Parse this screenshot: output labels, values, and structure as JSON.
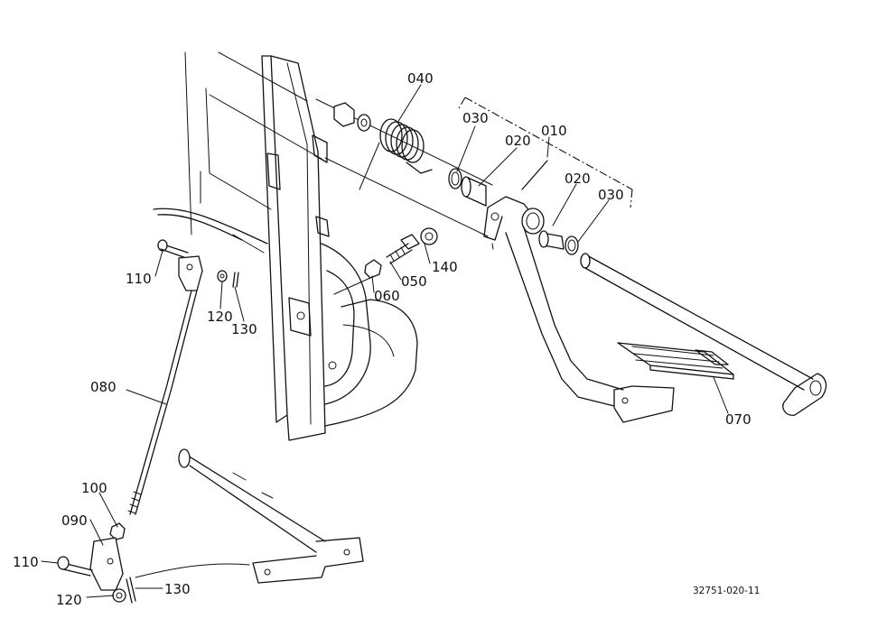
{
  "labels": {
    "p010": "010",
    "p020a": "020",
    "p020b": "020",
    "p030a": "030",
    "p030b": "030",
    "p040": "040",
    "p050": "050",
    "p060": "060",
    "p070": "070",
    "p080": "080",
    "p090": "090",
    "p100": "100",
    "p110a": "110",
    "p110b": "110",
    "p120a": "120",
    "p120b": "120",
    "p130a": "130",
    "p130b": "130",
    "p140": "140"
  },
  "diagram_code": "32751-020-11"
}
